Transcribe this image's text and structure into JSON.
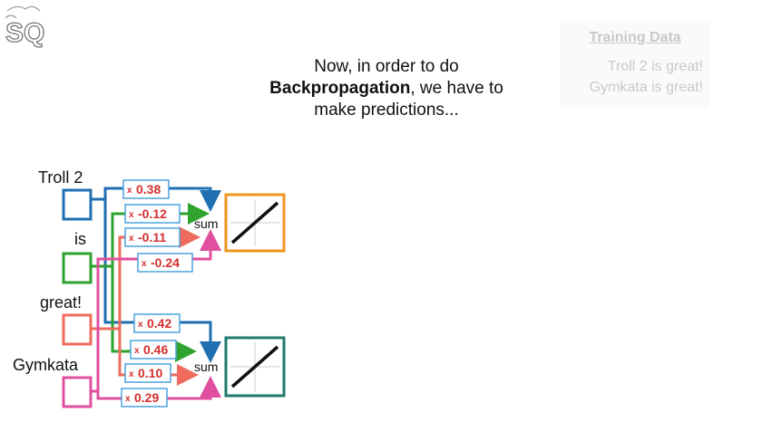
{
  "caption": {
    "line1": "Now, in order to do",
    "line2_bold": "Backpropagation",
    "line2_rest": ", we have to",
    "line3": "make predictions..."
  },
  "training_data": {
    "title": "Training Data",
    "lines": [
      "Troll 2 is great!",
      "Gymkata is great!"
    ]
  },
  "logo_text": "SQ",
  "network": {
    "inputs": [
      "Troll 2",
      "is",
      "great!",
      "Gymkata"
    ],
    "input_colors": [
      "#1f6fb2",
      "#2ea32e",
      "#ee6b5e",
      "#e0509f"
    ],
    "sum_label": "sum",
    "weight_prefix": "x",
    "top_weights": [
      "0.38",
      "-0.12",
      "-0.11",
      "-0.24"
    ],
    "bottom_weights": [
      "0.42",
      "0.46",
      "0.10",
      "0.29"
    ],
    "activation_box_colors": [
      "#f0941f",
      "#1f7a6e"
    ]
  }
}
